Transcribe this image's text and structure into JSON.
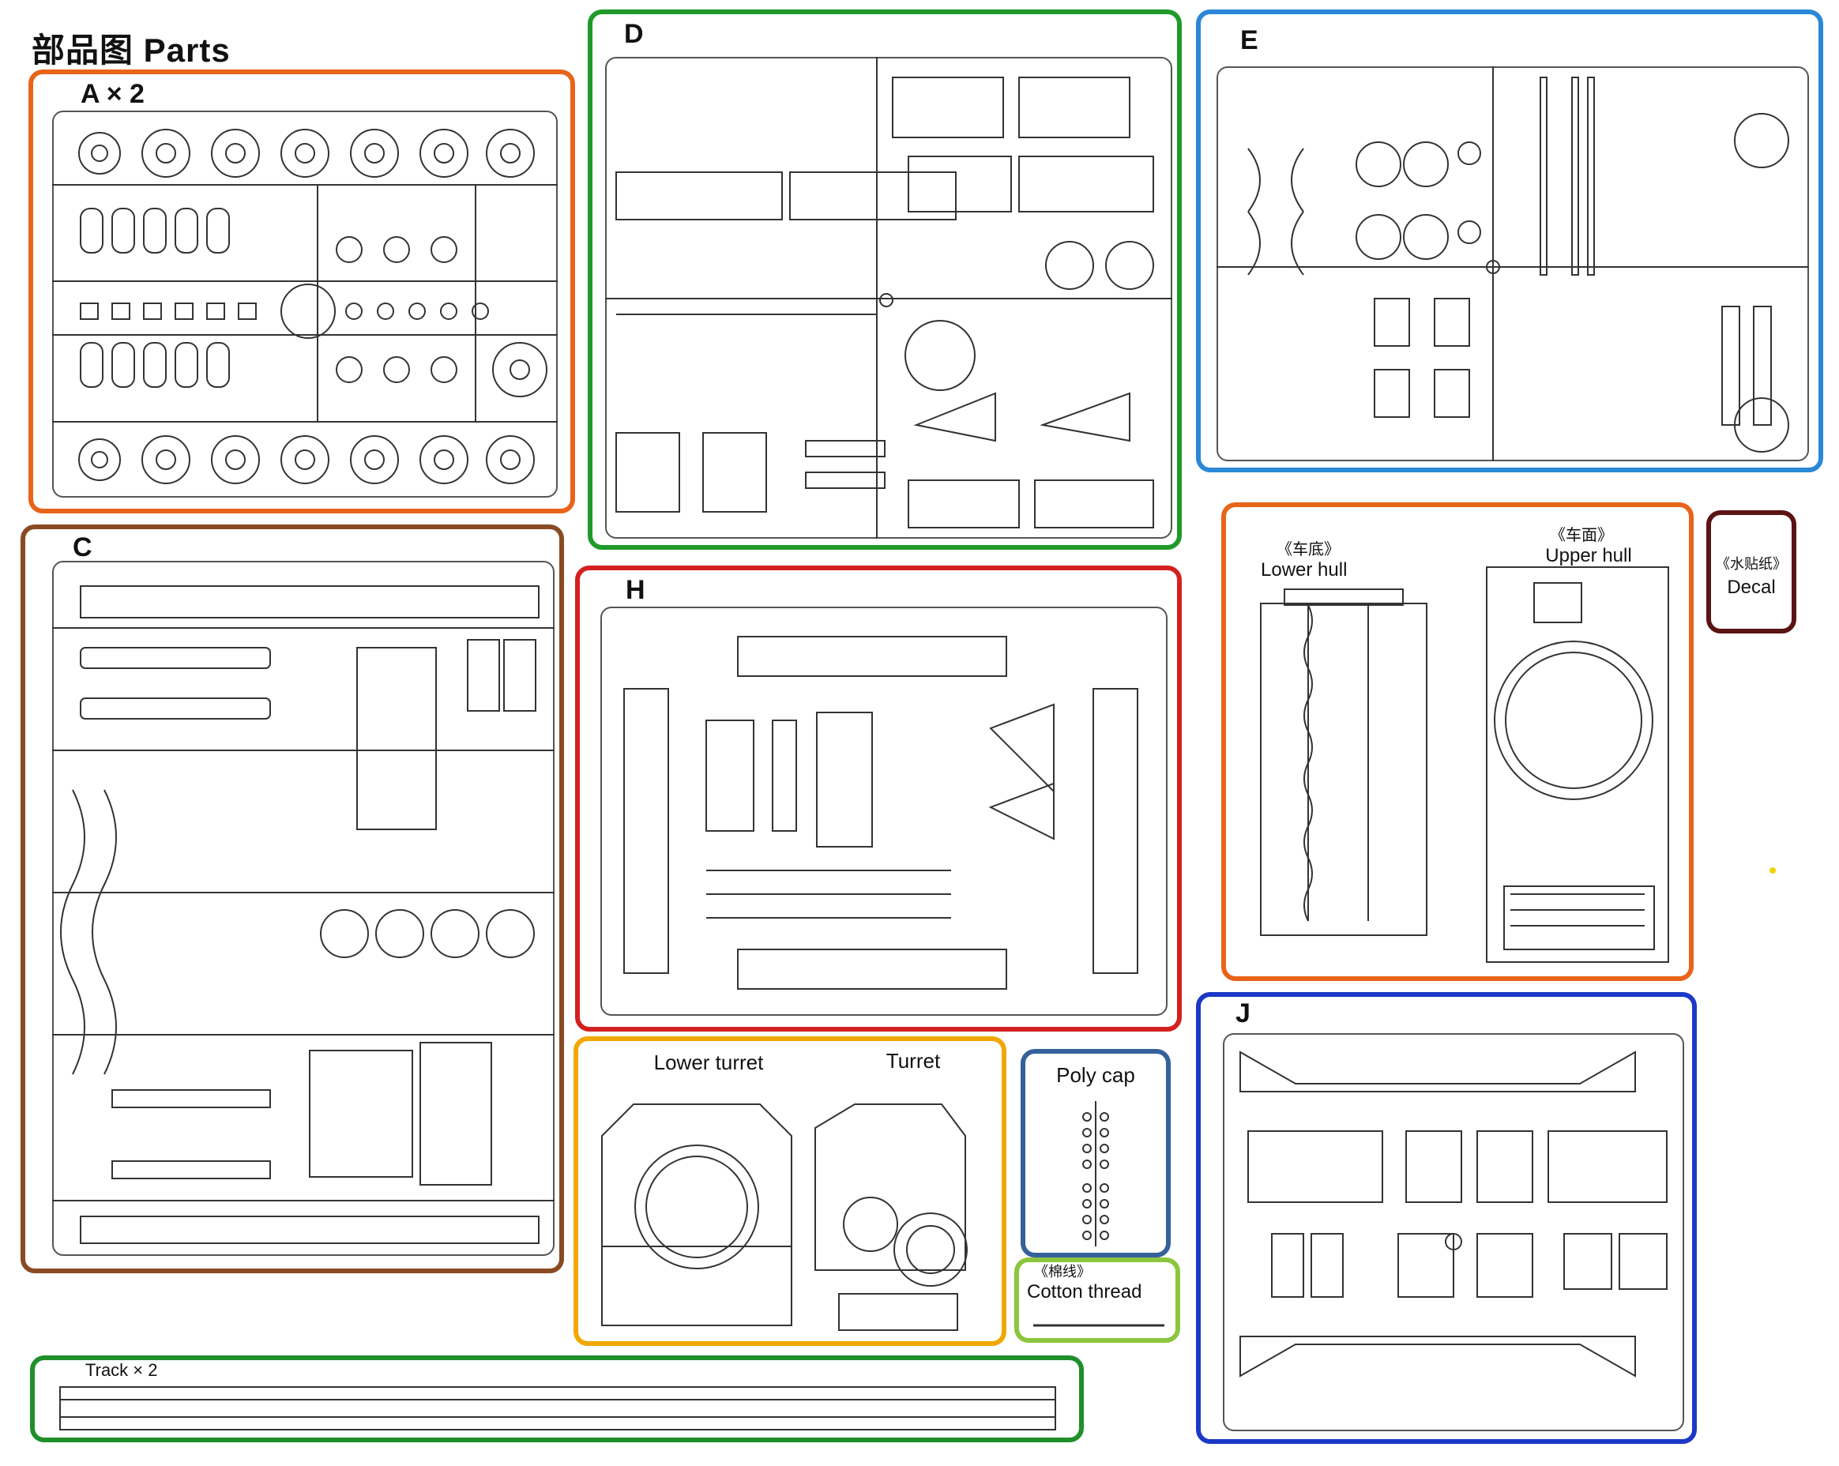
{
  "page_title": "部品图  Parts",
  "colors": {
    "orange": "#e86419",
    "green_d": "#1f9a2a",
    "blue_e": "#2a88d8",
    "brown_c": "#8a4a22",
    "red_h": "#d42020",
    "yellow_turret": "#f0a800",
    "slate_poly": "#35619a",
    "lime_thread": "#8cc63f",
    "maroon_decal": "#5a1414",
    "navy_j": "#1c38c8",
    "green_track": "#1f8f2a"
  },
  "sprues": {
    "a": {
      "label": "A × 2"
    },
    "c": {
      "label": "C"
    },
    "d": {
      "label": "D"
    },
    "e": {
      "label": "E"
    },
    "h": {
      "label": "H"
    },
    "j": {
      "label": "J"
    }
  },
  "hull": {
    "lower_cn": "《车底》",
    "lower_en": "Lower hull",
    "upper_cn": "《车面》",
    "upper_en": "Upper hull"
  },
  "decal": {
    "cn": "《水贴纸》",
    "en": "Decal"
  },
  "turret": {
    "lower": "Lower turret",
    "upper": "Turret"
  },
  "poly_cap": {
    "label": "Poly cap"
  },
  "cotton": {
    "cn": "《棉线》",
    "en": "Cotton thread"
  },
  "track": {
    "label": "Track × 2"
  },
  "icons": [
    "road-wheel-icon",
    "sprocket-icon",
    "hull-outline-icon",
    "turret-outline-icon"
  ]
}
